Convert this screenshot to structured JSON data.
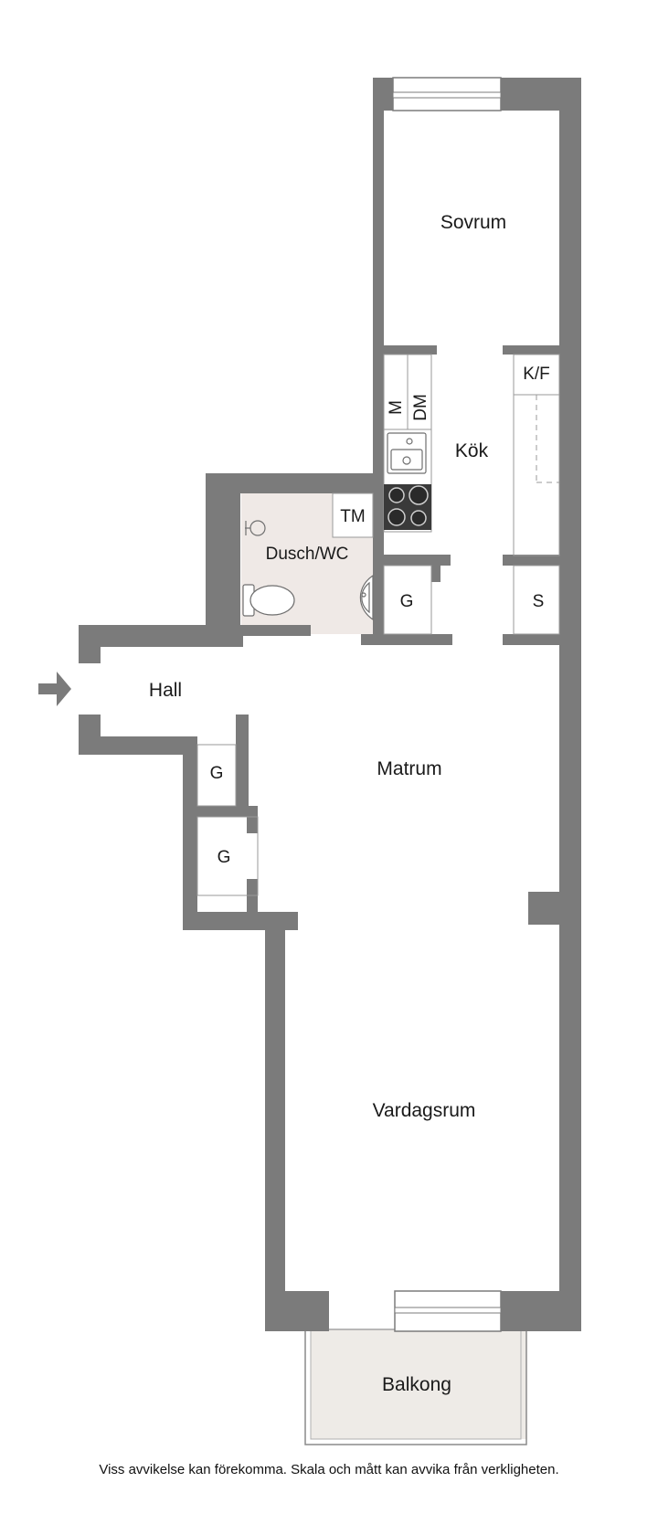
{
  "rooms": {
    "sovrum": "Sovrum",
    "kok": "Kök",
    "dusch_wc": "Dusch/WC",
    "hall": "Hall",
    "matrum": "Matrum",
    "vardagsrum": "Vardagsrum",
    "balkong": "Balkong"
  },
  "fixtures": {
    "kf": "K/F",
    "m": "M",
    "dm": "DM",
    "tm": "TM",
    "g_kitchen": "G",
    "s": "S",
    "g_hall_upper": "G",
    "g_hall_lower": "G"
  },
  "icons": [
    "entrance-arrow-icon",
    "sink-icon",
    "stove-icon",
    "shower-icon",
    "toilet-icon",
    "washbasin-icon",
    "window-icon"
  ],
  "colors": {
    "wall": "#7b7b7b",
    "bathroom_floor": "#efe9e6",
    "balcony_floor": "#eeebe7",
    "stove": "#3a3a3a"
  },
  "footer": {
    "disclaimer": "Viss avvikelse kan förekomma. Skala och mått kan avvika från verkligheten."
  }
}
